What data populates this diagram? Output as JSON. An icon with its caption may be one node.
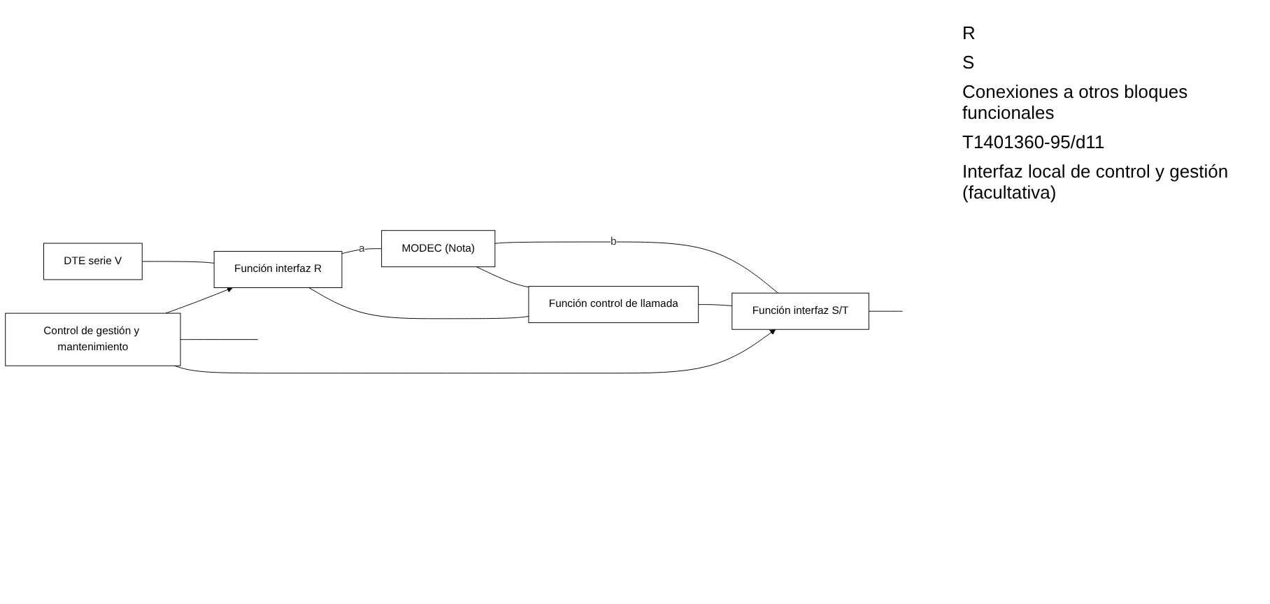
{
  "diagram": {
    "nodes": [
      {
        "text": [
          "DTE serie V"
        ]
      },
      {
        "text": [
          "Función interfaz R"
        ]
      },
      {
        "text": [
          "MODEC (Nota)"
        ]
      },
      {
        "text": [
          "Función control de llamada"
        ]
      },
      {
        "text": [
          "Función interfaz S/T"
        ]
      },
      {
        "text": [
          "Control de gestión y mantenimiento"
        ]
      }
    ],
    "edges": [
      {
        "from": 0,
        "to": 1,
        "arrow": "none"
      },
      {
        "from": 1,
        "to": 2,
        "label": "a",
        "arrow": "none"
      },
      {
        "from": 2,
        "to": 4,
        "label": "b",
        "arrow": "none"
      },
      {
        "from": 2,
        "to": 3,
        "arrow": "none"
      },
      {
        "from": 1,
        "to": 3,
        "arrow": "none"
      },
      {
        "from": 3,
        "to": 4,
        "arrow": "none"
      },
      {
        "from": 4,
        "to": null,
        "arrow": "none"
      },
      {
        "from": 5,
        "to": 1,
        "arrow": "to"
      },
      {
        "from": 5,
        "to": 4,
        "arrow": "to"
      },
      {
        "from": 5,
        "to": null,
        "arrow": "none"
      }
    ],
    "labels": [
      "R",
      "S",
      "Conexiones a otros bloques funcionales",
      "T1401360-95/d11",
      "Interfaz local de control y gestión (facultativa)"
    ]
  }
}
